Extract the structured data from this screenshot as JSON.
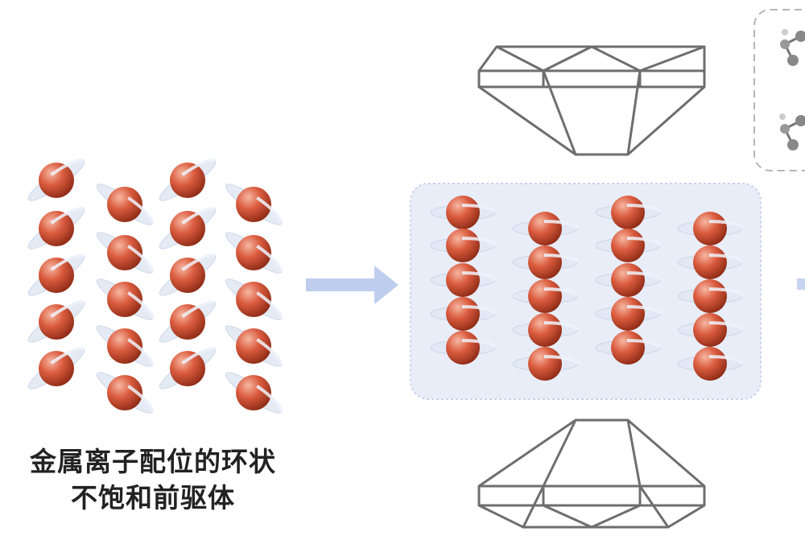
{
  "caption": {
    "line1": "金属离子配位的环状",
    "line2": "不饱和前驱体"
  },
  "colors": {
    "sphere_light": "#f3a48a",
    "sphere_mid": "#d9573a",
    "sphere_dark": "#8a2712",
    "ring": "#dfe7f3",
    "panel_fill": "#e8edf8",
    "panel_border": "#c9d3ea",
    "arrow": "#a9bde6",
    "anvil_stroke": "#6e6e6e"
  },
  "icons": [
    "metal-ion-sphere",
    "ligand-ring",
    "diamond-anvil",
    "process-arrow",
    "molecule-model"
  ]
}
